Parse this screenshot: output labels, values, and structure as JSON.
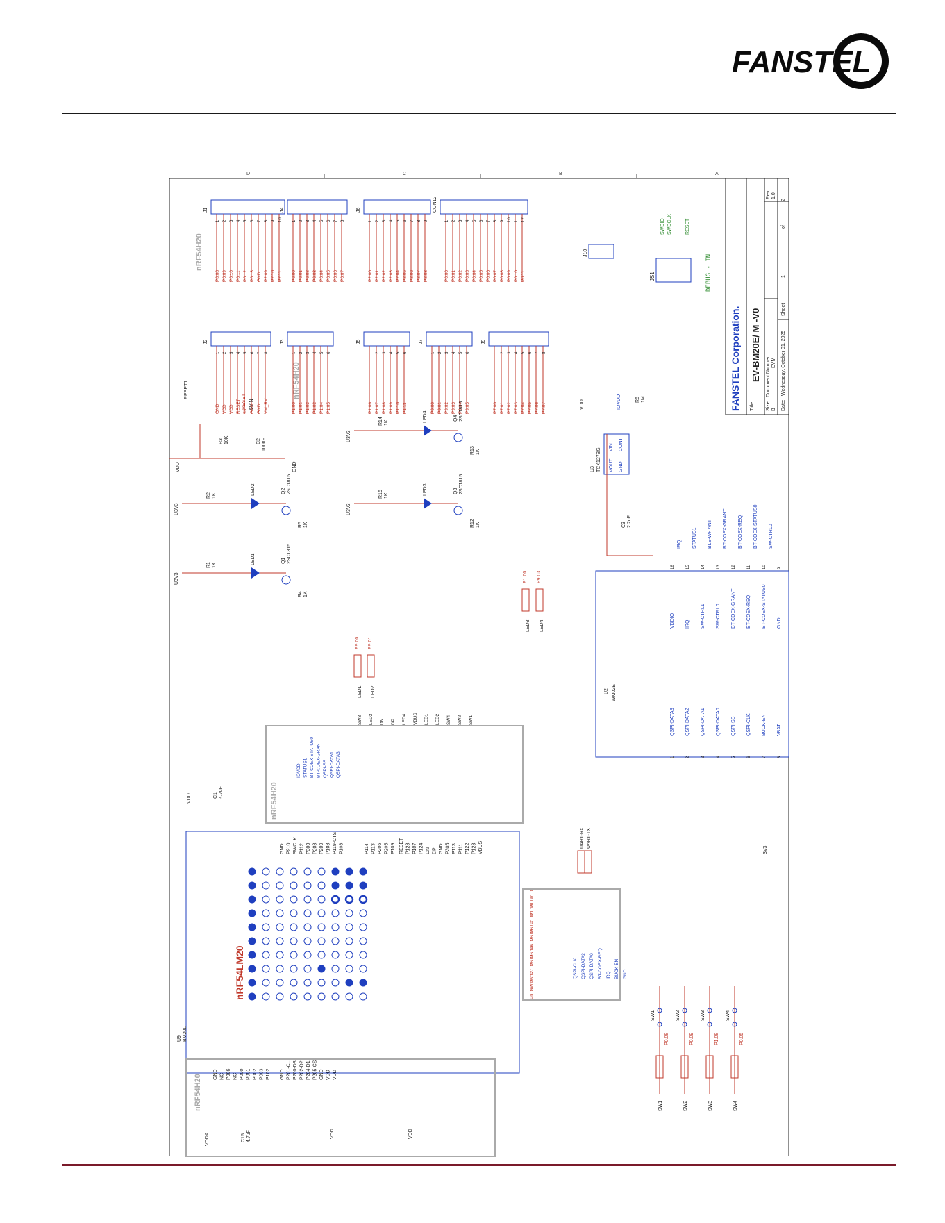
{
  "logo": {
    "text": "FANSTEL",
    "colors": {
      "fg": "#0a0a0a",
      "bg": "#ffffff"
    }
  },
  "colors": {
    "wire": "#c0392b",
    "part": "#1f3fbf",
    "net": "#1f3fbf",
    "green": "#2e8b2e",
    "frame": "#222222"
  },
  "title_block": {
    "company": "FANSTEL Corporation.",
    "title_label": "Title",
    "title": "EV-BM20E/ M -V0",
    "size_label": "Size",
    "size": "B",
    "doc_label": "Document Number",
    "doc": "EVM",
    "rev_label": "Rev",
    "rev": "1.0",
    "date_label": "Date:",
    "date": "Wednesday, October 01, 2025",
    "sheet_label": "Sheet",
    "sheet": "1",
    "of_label": "of",
    "of": "2"
  },
  "border_letters": [
    "D",
    "C",
    "B",
    "A"
  ],
  "headers": {
    "J1": {
      "ref": "J1",
      "pins": [
        "P8.08",
        "P6.09",
        "P6.10",
        "P6.11",
        "P6.12",
        "P6.13",
        "GND",
        "P2.09",
        "P2.10",
        "P2.11"
      ]
    },
    "J4": {
      "ref": "J4",
      "pins": [
        "P6.00",
        "P6.01",
        "P6.02",
        "P6.03",
        "P6.04",
        "P6.05",
        "P6.06",
        "P6.07"
      ]
    },
    "J6": {
      "ref": "J6",
      "pins": [
        "P2.00",
        "P2.01",
        "P2.02",
        "P2.03",
        "P2.04",
        "P2.05",
        "P2.06",
        "P2.07",
        "P2.08"
      ]
    },
    "CON12": {
      "ref": "CON12",
      "pins": [
        "P0.00",
        "P0.01",
        "P0.02",
        "P0.03",
        "P0.04",
        "P0.05",
        "P0.06",
        "P0.07",
        "P0.08",
        "P0.09",
        "P0.10",
        "P0.11"
      ]
    },
    "J2": {
      "ref": "J2",
      "pins": [
        "GND",
        "VDD",
        "VDD",
        "RESET",
        "5V",
        "GND",
        "GND",
        "VM_RV"
      ]
    },
    "J3": {
      "ref": "J3",
      "pins": [
        "P1.00",
        "P1.01",
        "P1.02",
        "P1.03",
        "P1.04",
        "P1.05"
      ]
    },
    "J5": {
      "ref": "J5",
      "pins": [
        "P1.06",
        "P1.07",
        "P1.08",
        "P1.09",
        "P1.10",
        "P1.11"
      ]
    },
    "J7": {
      "ref": "J7",
      "pins": [
        "P9.00",
        "P9.01",
        "P9.02",
        "P9.03",
        "P9.04",
        "P9.05"
      ]
    },
    "J9": {
      "ref": "J9",
      "pins": [
        "P7.00",
        "P7.01",
        "P7.02",
        "P7.03",
        "P7.04",
        "P7.05",
        "P7.06",
        "P7.07"
      ]
    }
  },
  "silk": "nRF54H20",
  "debug": {
    "ref": "JS1",
    "label": "DEBUG - IN",
    "signals": [
      "SWDIO",
      "SWDCLK",
      "RESET"
    ],
    "j10": "J10"
  },
  "reset": {
    "ref": "RESET1",
    "r3": "R3",
    "r3v": "10K",
    "c2": "C2",
    "c2v": "100nF",
    "vdd": "VDD",
    "gnd": "GND",
    "net": "RESET",
    "svin": "5VIN"
  },
  "leds": [
    {
      "led": "LED1",
      "q": "Q1",
      "qv": "2SC1815",
      "r": "R1",
      "rv": "1K",
      "rb": "R4",
      "rbv": "1K",
      "net": "P9.00",
      "supply": "U3V3",
      "conn": "LED1"
    },
    {
      "led": "LED2",
      "q": "Q2",
      "qv": "2SC1815",
      "r": "R2",
      "rv": "1K",
      "rb": "R5",
      "rbv": "1K",
      "net": "P9.01",
      "supply": "U3V3",
      "conn": "LED2"
    },
    {
      "led": "LED3",
      "q": "Q3",
      "qv": "2SC1815",
      "r": "R15",
      "rv": "1K",
      "rb": "R12",
      "rbv": "1K",
      "net": "P1.00",
      "supply": "U3V3",
      "conn": "LED3"
    },
    {
      "led": "LED4",
      "q": "Q4",
      "qv": "2SC1815",
      "r": "R14",
      "rv": "1K",
      "rb": "R13",
      "rbv": "1K",
      "net": "P9.03",
      "supply": "U3V3",
      "conn": "LED4"
    }
  ],
  "u3": {
    "ref": "U3",
    "part": "TCK127BG",
    "pins": [
      "VOUT",
      "VIN",
      "GND",
      "CONT"
    ],
    "r6": "R6",
    "r6v": "1M",
    "c3": "C3",
    "c3v": "2.2uF",
    "iovdd": "IOVDD",
    "vdd": "VDD"
  },
  "u2": {
    "ref": "U2",
    "part": "WM02E",
    "left_pins": [
      "QSPI-DATA3",
      "QSPI-DATA2",
      "QSPI-DATA1",
      "QSPI-DATA0",
      "QSPI-SS",
      "QSPI-CLK",
      "BUCK-EN",
      "VBAT"
    ],
    "right_pins": [
      "VDDIO",
      "IRQ",
      "SW-CTRL1",
      "SW-CTRL0",
      "BT-COEX-GRANT",
      "BT-COEX-REQ",
      "BT-COEX-STATUS0",
      "GND"
    ],
    "right_nets": [
      "IRQ",
      "STATUS1",
      "BLE-WF ANT",
      "BT-COEX-GRANT",
      "BT-COEX-REQ",
      "BT-COEX-STATUS0",
      "SW-CTRL0"
    ],
    "vbat_net": "3V3"
  },
  "u9": {
    "ref": "U9",
    "part": "BM20L",
    "label": "nRF54LM20",
    "k_pins": [
      "GND",
      "P910",
      "SWCLK",
      "P112",
      "P300",
      "P208",
      "P209",
      "P108",
      "P119-CTS",
      "P108"
    ],
    "f_pins": [
      "P114",
      "P113",
      "P206",
      "P205",
      "P109"
    ],
    "g_pins": [
      "RESET",
      "P128",
      "P107",
      "P124",
      "DN",
      "DP",
      "GND",
      "P305",
      "P113",
      "P111",
      "P122",
      "P123",
      "VBUS"
    ],
    "a_pins": [
      "GND",
      "NC",
      "P006",
      "NC",
      "P000",
      "P001",
      "P002",
      "P003",
      "P102"
    ],
    "b_pins": [
      "GND",
      "P201-CLK",
      "P200-D3",
      "P202-D2",
      "P204-D1",
      "P205-CS",
      "GND",
      "VDD",
      "VDD"
    ],
    "uart": [
      "UART-RX",
      "UART-TX"
    ],
    "bottom": [
      "P1.08",
      "P1.09",
      "P1.10",
      "P1.11",
      "P6.03",
      "P6.00",
      "P6.07",
      "P6.10",
      "P6.01",
      "P7.00",
      "P6.12",
      "SWDIO",
      "P0.03"
    ],
    "bottom_nets": [
      "QSPI-CLK",
      "QSPI-DATA2",
      "QSPI-DATA0",
      "BT-COEX-REQ",
      "IRQ",
      "BUCK-EN",
      "GND"
    ],
    "side_nets": [
      "IOVDD",
      "STATUS1",
      "BT-COEX-STATUS0",
      "BT-COEX-GRANT",
      "QSPI-SS",
      "QSPI-DATA1",
      "QSPI-DATA3"
    ],
    "c1": "C1",
    "c1v": "4.7uF",
    "c15": "C15",
    "c15v": "4.7uF",
    "vdda": "VDDA"
  },
  "switches": [
    {
      "ref": "SW1",
      "net": "P0.08"
    },
    {
      "ref": "SW2",
      "net": "P0.09"
    },
    {
      "ref": "SW3",
      "net": "P1.08"
    },
    {
      "ref": "SW4",
      "net": "P0.05"
    }
  ],
  "vdd_labels": [
    "VDD",
    "VDD",
    "VDD"
  ],
  "conn_labels": [
    "SW3",
    "LED3",
    "DN",
    "DP",
    "LED4",
    "VBUS",
    "LED1",
    "LED2",
    "SW4",
    "SW2",
    "SW1"
  ]
}
